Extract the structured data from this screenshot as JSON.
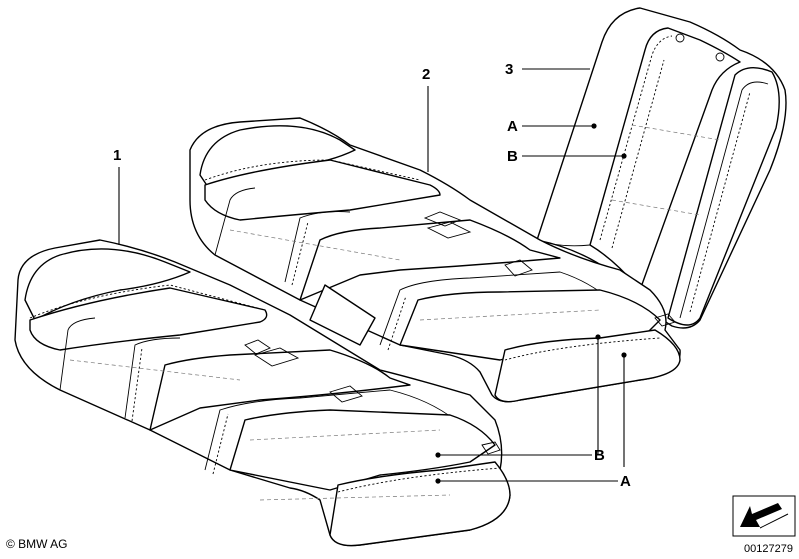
{
  "callouts": {
    "part1": "1",
    "part2": "2",
    "part3": "3",
    "backrest_a": "A",
    "backrest_b": "B",
    "right_b": "B",
    "right_a": "A"
  },
  "footer": {
    "copyright": "© BMW AG",
    "diagram_number": "00127279"
  },
  "colors": {
    "ink": "#000000",
    "background": "#ffffff"
  },
  "icons": {
    "nav": "arrow-icon"
  }
}
